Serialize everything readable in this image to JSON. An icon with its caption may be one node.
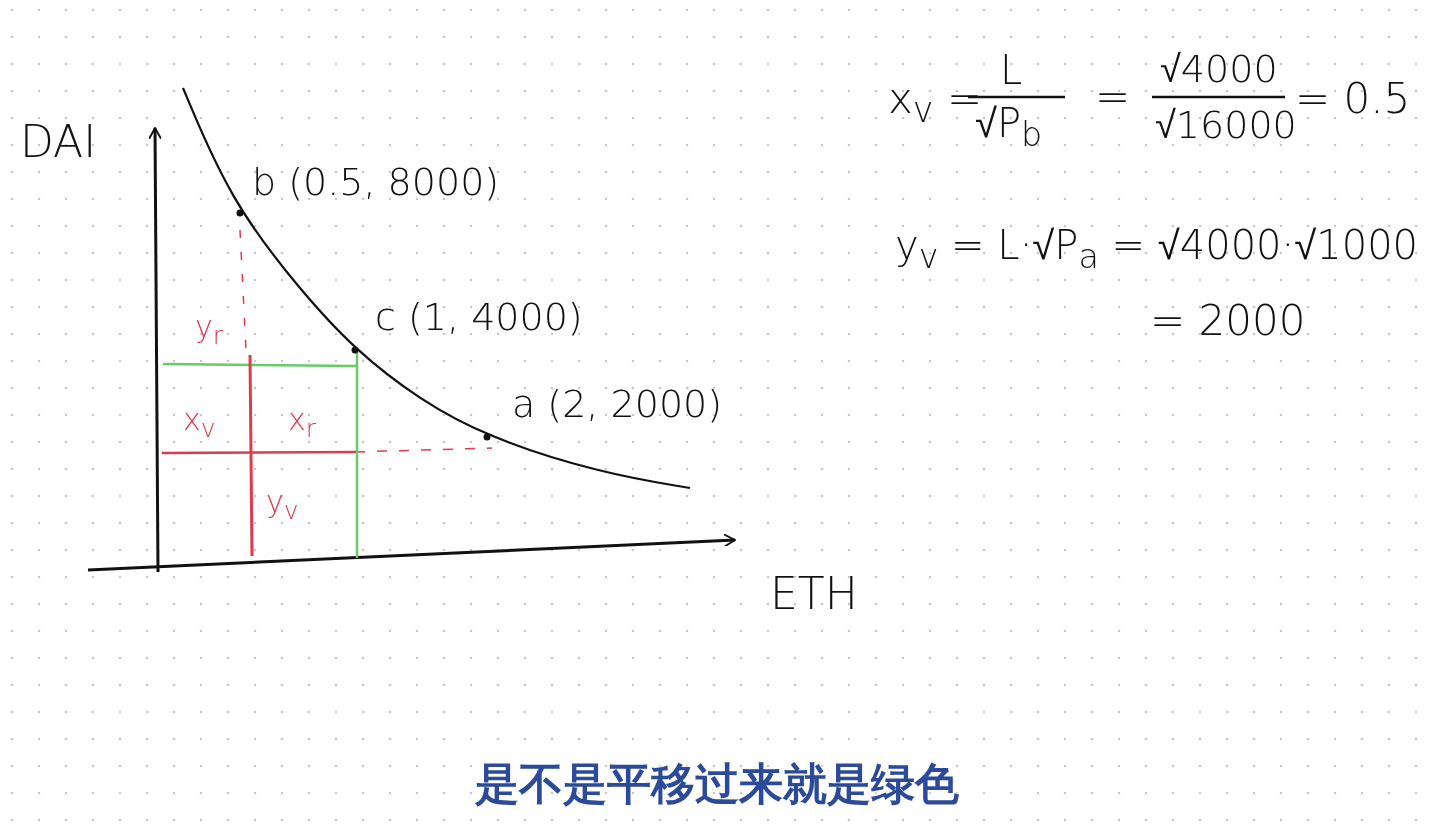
{
  "diagram": {
    "caption": "是不是平移过来就是绿色",
    "labels": [
      "DAI",
      "ETH",
      "b (0.5, 8000)",
      "c (1, 4000)",
      "a (2, 2000)",
      "y$_{r}$",
      "x$_{v}$",
      "x$_{r}$",
      "y$_{v}$",
      "x$_{v}$ =",
      "L",
      "√P$_{b}$",
      "=",
      "√4000",
      "√16000",
      "= 0.5",
      "y$_{v}$ = L·√P$_{a}$ = √4000·√1000",
      "= 2000"
    ]
  }
}
